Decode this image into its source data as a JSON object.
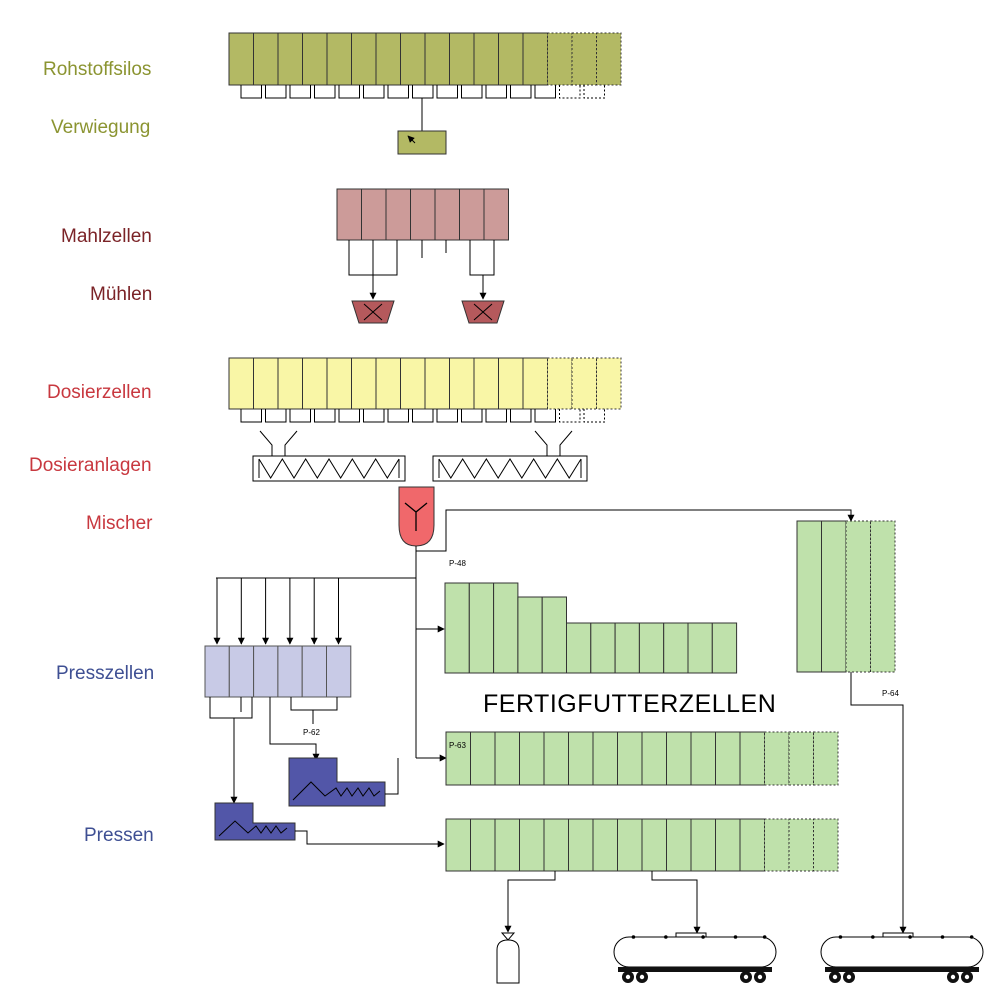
{
  "stage_labels": {
    "rohstoffsilos": "Rohstoffsilos",
    "verwiegung": "Verwiegung",
    "mahlzellen": "Mahlzellen",
    "muehlen": "Mühlen",
    "dosierzellen": "Dosierzellen",
    "dosieranlagen": "Dosieranlagen",
    "mischer": "Mischer",
    "presszellen": "Presszellen",
    "pressen": "Pressen"
  },
  "main_label": "FERTIGFUTTERZELLEN",
  "pipe_tags": {
    "p48": "P-48",
    "p62": "P-62",
    "p63": "P-63",
    "p64": "P-64"
  },
  "colors": {
    "olive": "#b3b964",
    "olive_text": "#8b9431",
    "mauve": "#cc9b99",
    "maroon_text": "#7b2327",
    "mill": "#b5595c",
    "yellow": "#f9f6a6",
    "red_text": "#c8383f",
    "mixer": "#f0686b",
    "lavender": "#c8cae6",
    "blue_text": "#3e4f93",
    "press": "#5256a8",
    "green": "#bfe1ab"
  }
}
